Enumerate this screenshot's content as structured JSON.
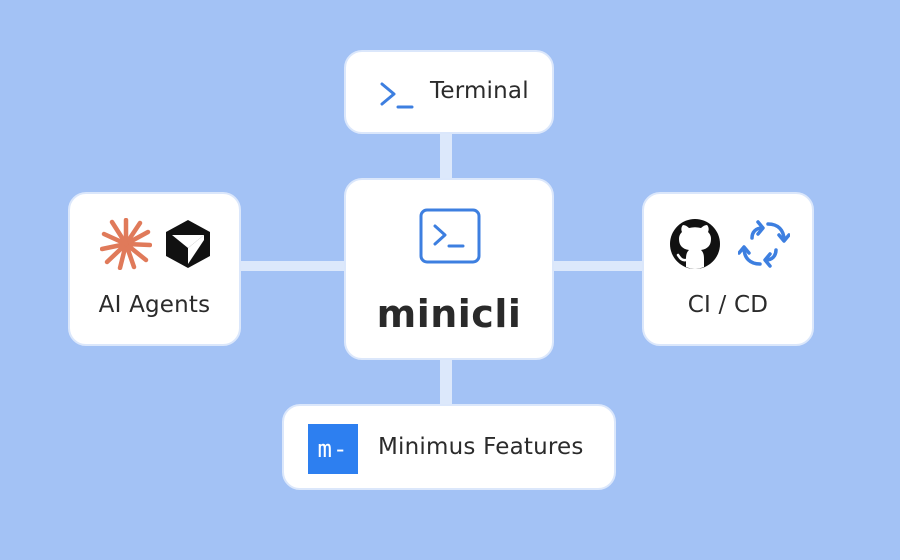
{
  "center": {
    "title": "minicli",
    "icon": "terminal-icon"
  },
  "nodes": {
    "terminal": {
      "label": "Terminal",
      "icon": "terminal-prompt-icon"
    },
    "ai_agents": {
      "label": "AI Agents",
      "icons": [
        "claude-icon",
        "cube-icon"
      ]
    },
    "cicd": {
      "label": "CI / CD",
      "icons": [
        "github-icon",
        "sync-icon"
      ]
    },
    "minimus": {
      "label": "Minimus Features",
      "logo_text": "m-",
      "icon": "minimus-logo"
    }
  },
  "colors": {
    "background": "#a3c2f5",
    "connector": "#dce8fb",
    "card": "#ffffff",
    "accent_blue": "#3d7fe0",
    "claude_orange": "#e07a5a",
    "minimus_blue": "#2d7ff0"
  }
}
